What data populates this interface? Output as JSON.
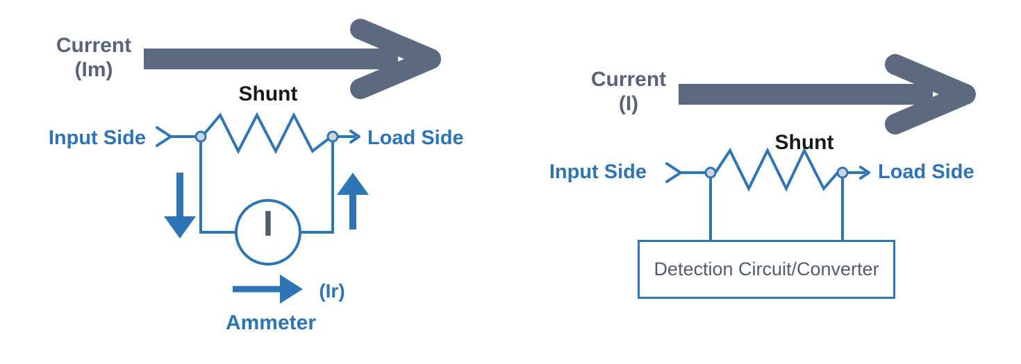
{
  "colors": {
    "accent_blue": "#2E75B6",
    "slate_gray_arrow": "#5B6A7E",
    "label_gray": "#5A6478",
    "box_text_gray": "#4E5C6F",
    "shunt_label_black": "#1A1A1A",
    "terminal_fill": "#CDD5DE"
  },
  "left": {
    "current_line1": "Current",
    "current_line2": "(Im)",
    "shunt": "Shunt",
    "input_side": "Input Side",
    "load_side": "Load Side",
    "ammeter_symbol": "I",
    "ir": "(Ir)",
    "ammeter": "Ammeter"
  },
  "right": {
    "current_line1": "Current",
    "current_line2": "(I)",
    "shunt": "Shunt",
    "input_side": "Input Side",
    "load_side": "Load Side",
    "box": "Detection Circuit/Converter"
  }
}
